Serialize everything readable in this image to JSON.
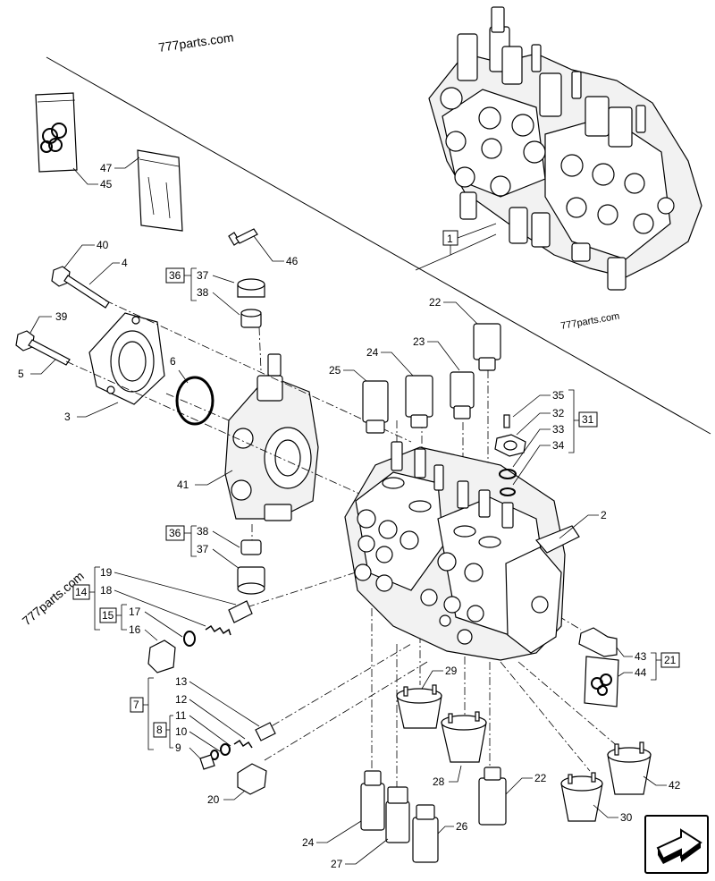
{
  "watermarks": {
    "top": "777parts.com",
    "right": "777parts.com",
    "left": "777parts.com"
  },
  "callouts": {
    "c1": "1",
    "c2": "2",
    "c3": "3",
    "c4": "4",
    "c5": "5",
    "c6": "6",
    "c7": "7",
    "c8": "8",
    "c9": "9",
    "c10": "10",
    "c11": "11",
    "c12": "12",
    "c13": "13",
    "c14": "14",
    "c15": "15",
    "c16": "16",
    "c17": "17",
    "c18": "18",
    "c19": "19",
    "c20": "20",
    "c21": "21",
    "c22a": "22",
    "c22b": "22",
    "c23": "23",
    "c24a": "24",
    "c24b": "24",
    "c25": "25",
    "c26": "26",
    "c27": "27",
    "c28": "28",
    "c29": "29",
    "c30": "30",
    "c31": "31",
    "c32": "32",
    "c33": "33",
    "c34": "34",
    "c35": "35",
    "c36a": "36",
    "c36b": "36",
    "c37a": "37",
    "c37b": "37",
    "c38a": "38",
    "c38b": "38",
    "c39": "39",
    "c40": "40",
    "c41": "41",
    "c42": "42",
    "c43": "43",
    "c44": "44",
    "c45": "45",
    "c46": "46",
    "c47": "47"
  },
  "icons": {
    "nav": "forward-arrow-icon"
  }
}
